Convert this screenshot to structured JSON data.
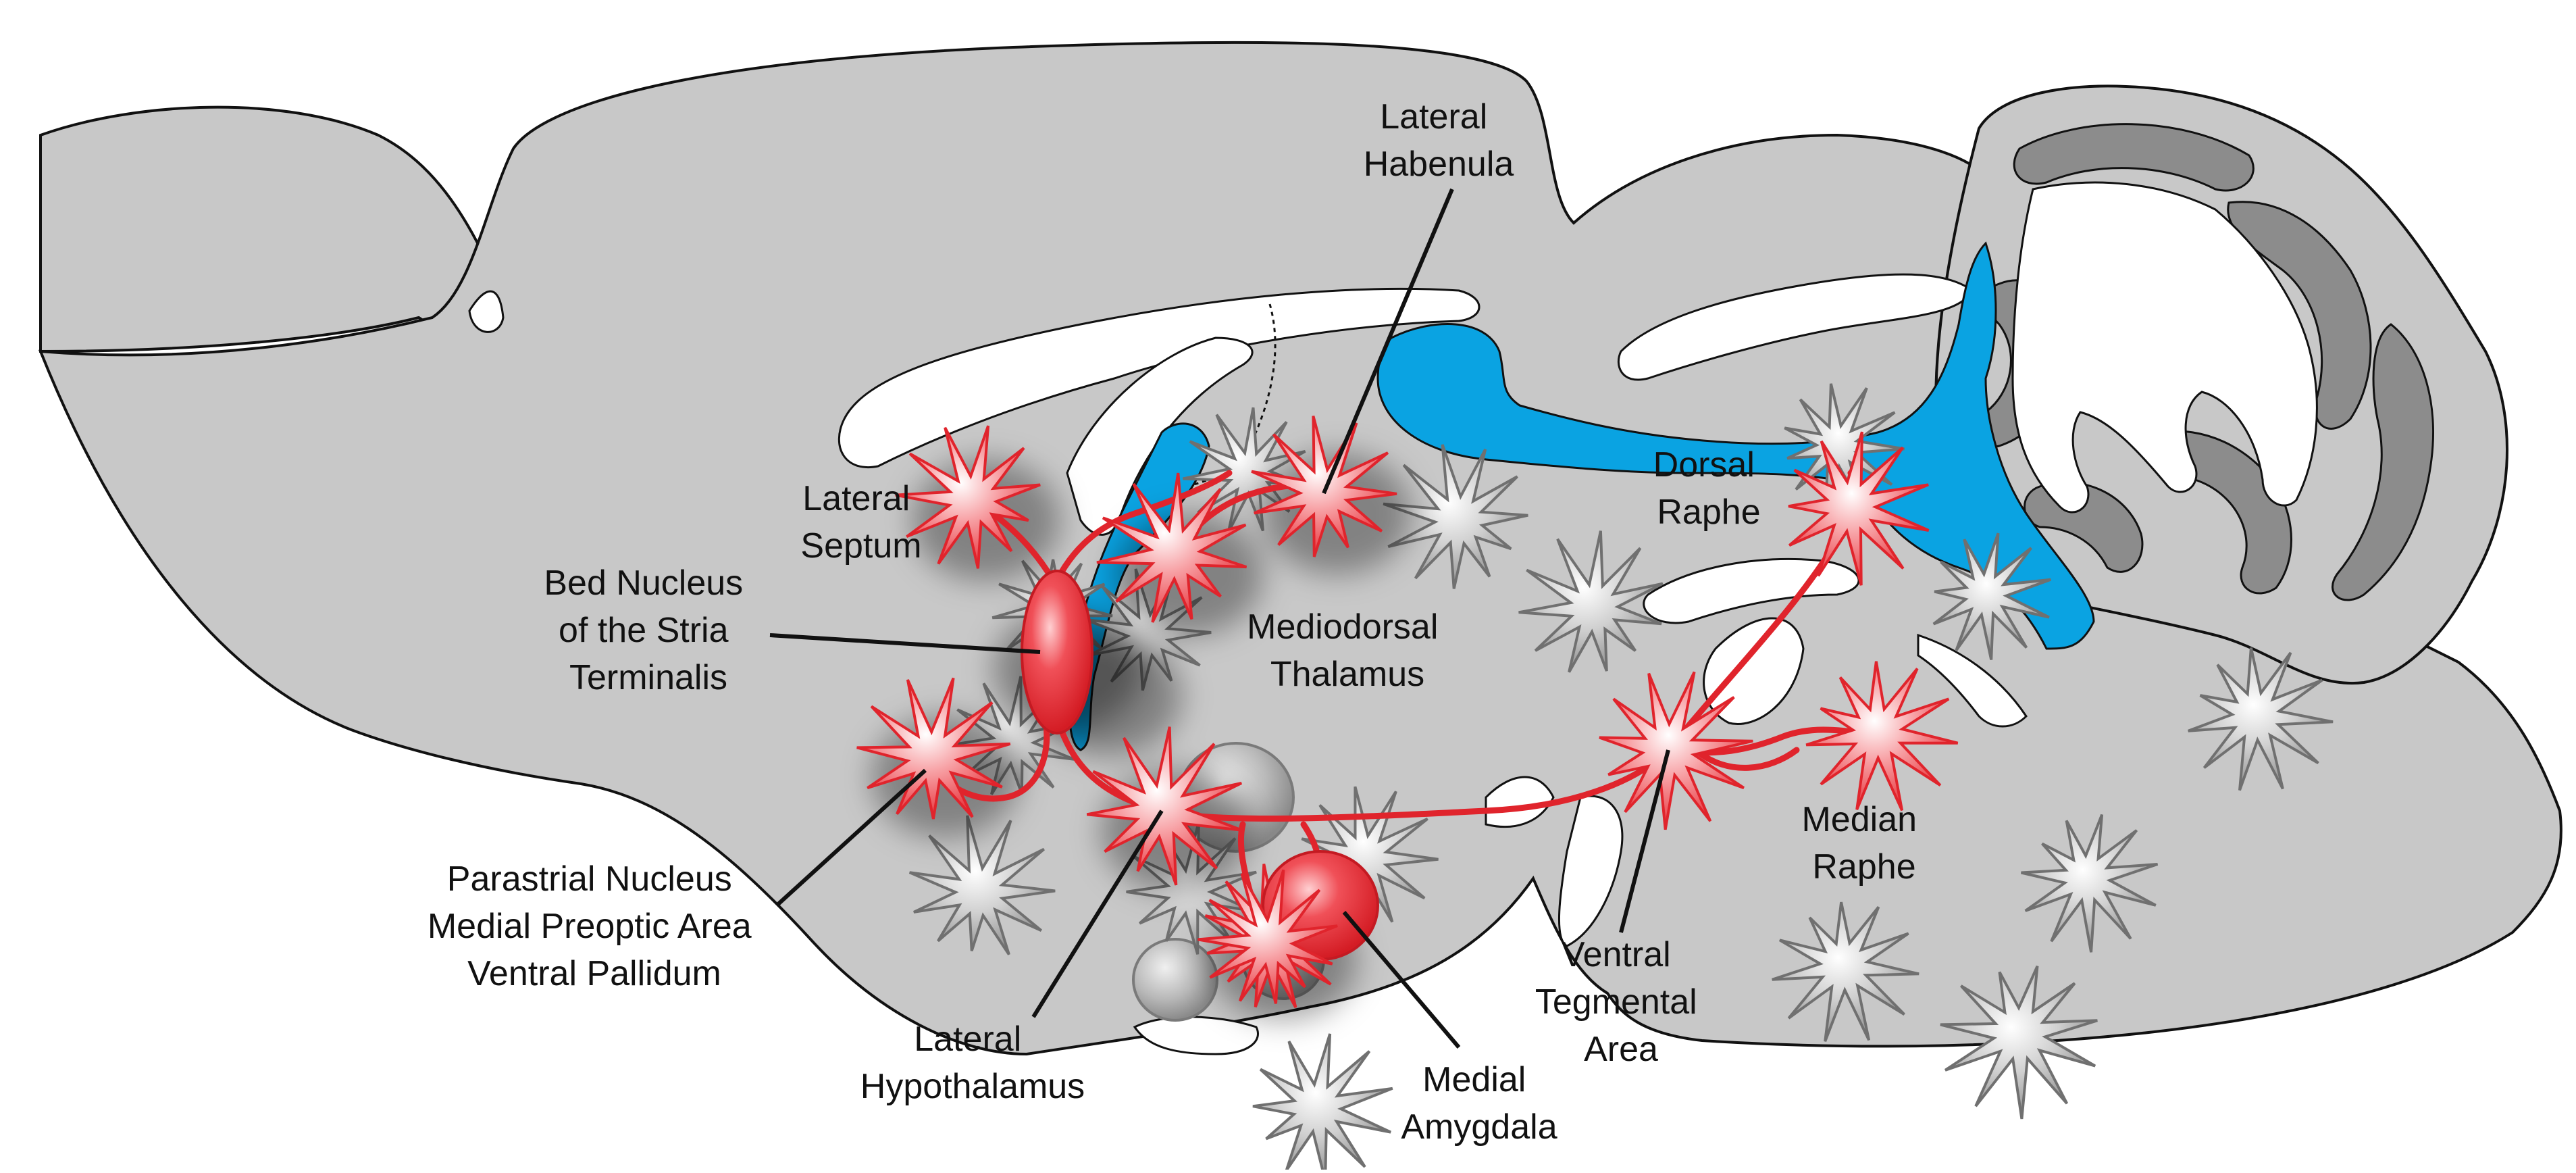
{
  "diagram": {
    "labels": {
      "lateral_habenula": [
        "Lateral",
        "Habenula"
      ],
      "lateral_septum": [
        "Lateral",
        "Septum"
      ],
      "bnst": [
        "Bed Nucleus",
        "of the Stria",
        "Terminalis"
      ],
      "mediodorsal_thalamus": [
        "Mediodorsal",
        "Thalamus"
      ],
      "dorsal_raphe": [
        "Dorsal",
        "Raphe"
      ],
      "median_raphe": [
        "Median",
        "Raphe"
      ],
      "parastrial": [
        "Parastrial Nucleus",
        "Medial Preoptic Area",
        "Ventral Pallidum"
      ],
      "lateral_hypothalamus": [
        "Lateral",
        "Hypothalamus"
      ],
      "vta": [
        "Ventral",
        "Tegmental",
        "Area"
      ],
      "medial_amygdala": [
        "Medial",
        "Amygdala"
      ]
    },
    "colors": {
      "tissue": "#c8c8c8",
      "outline": "#111111",
      "cerebellum_dark": "#8c8c8c",
      "ventricle": "#0aa3e2",
      "active_node": "#e8343c",
      "inactive_node": "#9a9a9a",
      "pathway": "#e0242c"
    }
  }
}
